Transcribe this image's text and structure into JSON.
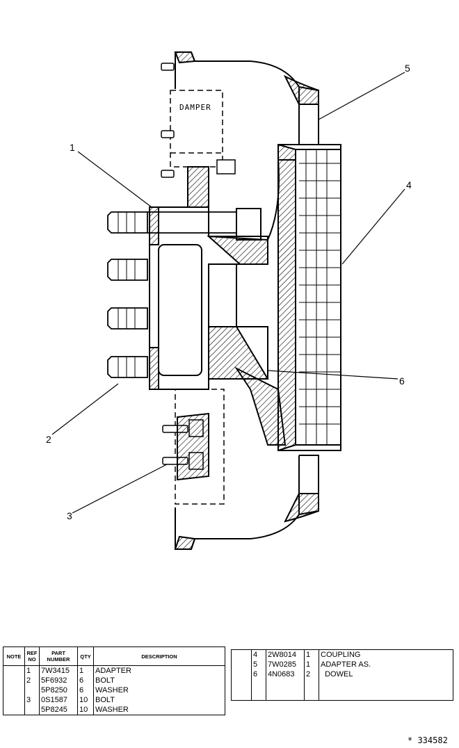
{
  "drawing": {
    "damper_label": "DAMPER",
    "callouts": [
      {
        "id": "callout-1",
        "text": "1"
      },
      {
        "id": "callout-2",
        "text": "2"
      },
      {
        "id": "callout-3",
        "text": "3"
      },
      {
        "id": "callout-4",
        "text": "4"
      },
      {
        "id": "callout-5",
        "text": "5"
      },
      {
        "id": "callout-6",
        "text": "6"
      }
    ]
  },
  "parts_table_left": {
    "headers": [
      "NOTE",
      "REF NO",
      "PART NUMBER",
      "QTY",
      "DESCRIPTION"
    ],
    "rows": [
      {
        "note": "",
        "ref": "1",
        "part": "7W3415",
        "qty": "1",
        "desc": "ADAPTER"
      },
      {
        "note": "",
        "ref": "2",
        "part": "5F6932",
        "qty": "6",
        "desc": "BOLT"
      },
      {
        "note": "",
        "ref": "",
        "part": "5P8250",
        "qty": "6",
        "desc": "WASHER"
      },
      {
        "note": "",
        "ref": "3",
        "part": "0S1587",
        "qty": "10",
        "desc": "BOLT"
      },
      {
        "note": "",
        "ref": "",
        "part": "5P8245",
        "qty": "10",
        "desc": "WASHER"
      }
    ]
  },
  "parts_table_right": {
    "rows": [
      {
        "note": "",
        "ref": "4",
        "part": "2W8014",
        "qty": "1",
        "desc": "COUPLING"
      },
      {
        "note": "",
        "ref": "5",
        "part": "7W0285",
        "qty": "1",
        "desc": "ADAPTER AS."
      },
      {
        "note": "",
        "ref": "6",
        "part": "4N0683",
        "qty": "2",
        "desc": "  DOWEL"
      }
    ]
  },
  "footer": {
    "illustration_id": "* 334582"
  }
}
